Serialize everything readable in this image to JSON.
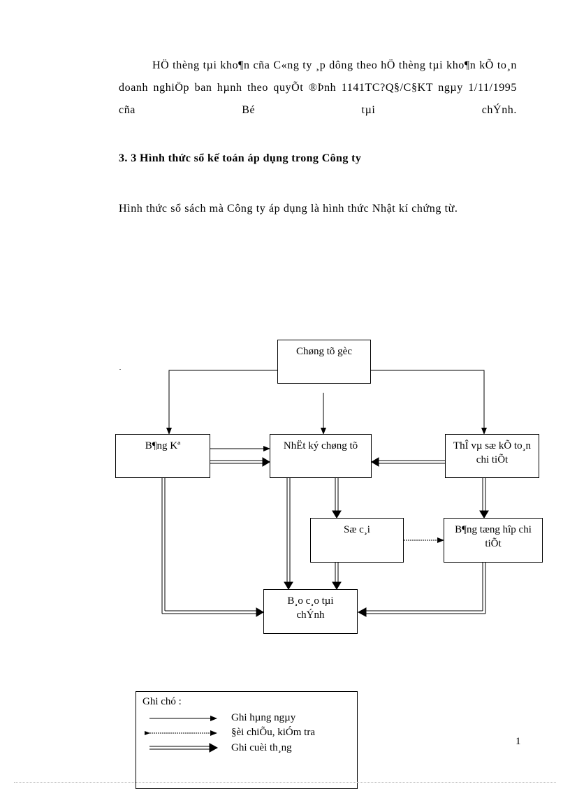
{
  "paragraphs": {
    "p1": "HÖ thèng tµi kho¶n cña C«ng ty ¸p dông theo hÖ thèng tµi kho¶n kÕ to¸n doanh nghiÖp ban hµnh theo quyÕt ®Þnh 1141TC?Q§/C§KT ngµy 1/11/1995 cña Bé tµi chÝnh.",
    "p2": "Hình thức sổ sách mà Công ty áp dụng là hình thức Nhật kí chứng từ."
  },
  "heading": "3. 3 Hình thức sổ kế toán áp dụng trong Công ty",
  "diagram": {
    "chung_tu_goc": "Chøng tõ gèc",
    "bang_ke": "B¶ng Kª",
    "nhat_ky": "NhËt ký chøng tõ",
    "the_vu": "ThÎ vµ sæ kÕ to¸n chi tiÕt",
    "so_cai": "Sæ c¸i",
    "bang_tong_hop": "B¶ng tæng hîp chi tiÕt",
    "bao_cao": "B¸o c¸o tµi chÝnh"
  },
  "legend": {
    "title": "Ghi chó :",
    "daily": "Ghi hµng ngµy",
    "check": "§èi chiÕu, kiÓm tra",
    "end": "Ghi cuèi th¸ng"
  },
  "page_number": "1"
}
